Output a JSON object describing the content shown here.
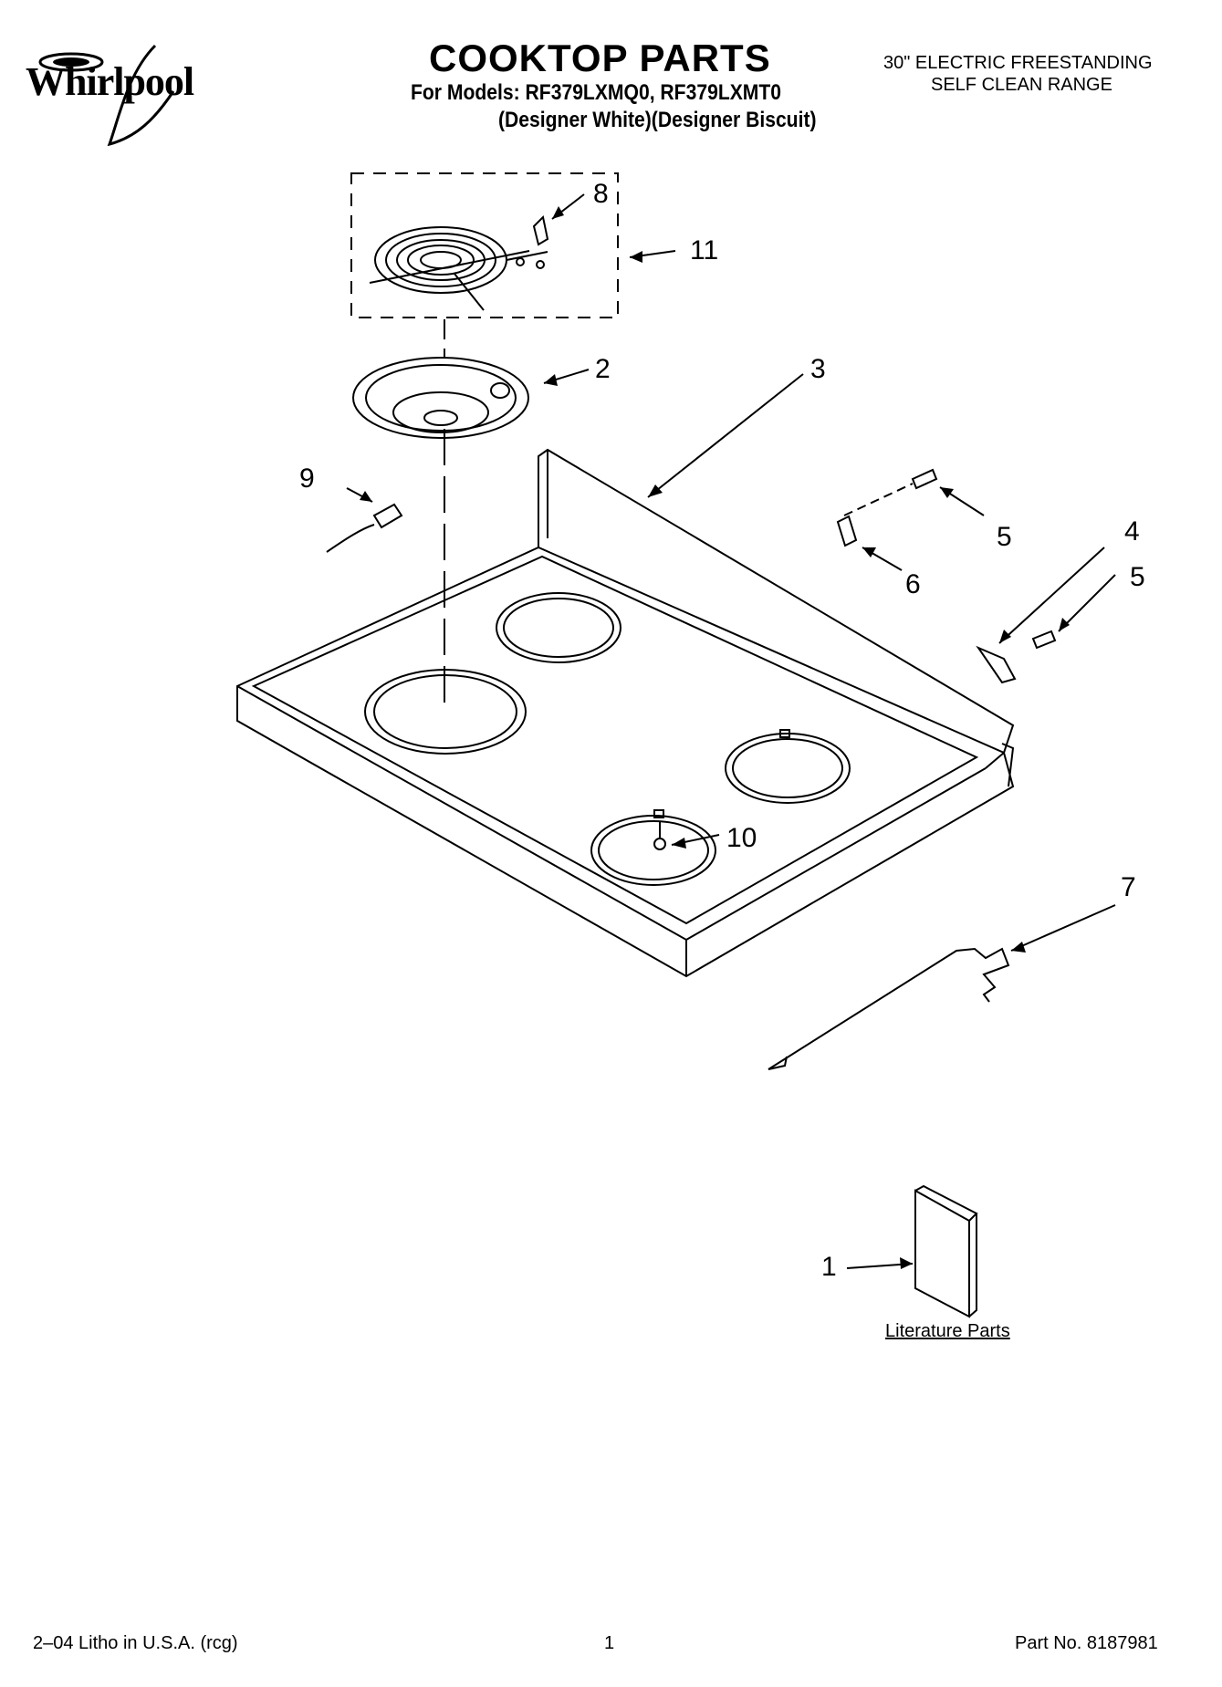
{
  "header": {
    "brand": "Whirlpool",
    "title": "COOKTOP PARTS",
    "models_line": "For Models: RF379LXMQ0, RF379LXMT0",
    "colors_line": "(Designer White)(Designer Biscuit)",
    "range_line1": "30\" ELECTRIC FREESTANDING",
    "range_line2": "SELF CLEAN RANGE"
  },
  "callouts": {
    "c1": "1",
    "c2": "2",
    "c3": "3",
    "c4": "4",
    "c5a": "5",
    "c5b": "5",
    "c6": "6",
    "c7": "7",
    "c8": "8",
    "c9": "9",
    "c10": "10",
    "c11": "11"
  },
  "literature_label": "Literature Parts",
  "footer": {
    "left": "2–04 Litho in U.S.A. (rcg)",
    "page": "1",
    "part_no": "Part No. 8187981"
  }
}
